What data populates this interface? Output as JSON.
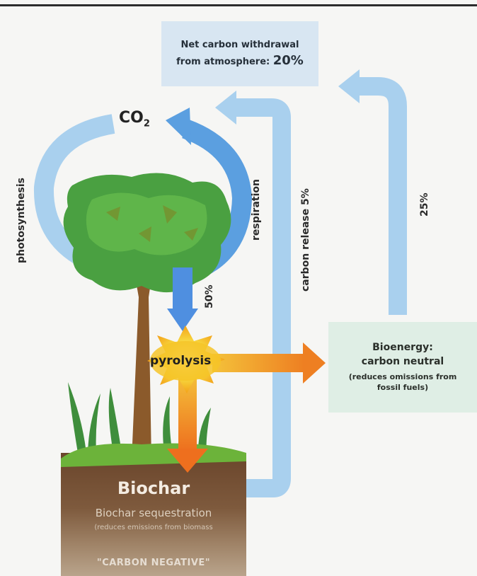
{
  "net_box": {
    "line1": "Net carbon withdrawal",
    "line2": "from atmosphere:",
    "percent": "20%"
  },
  "co2": {
    "main": "CO",
    "sub": "2"
  },
  "labels": {
    "photosynthesis": "photosynthesis",
    "respiration": "respiration",
    "carbon_release": "carbon release 5%",
    "pct_25": "25%",
    "pct_50": "50%",
    "pyrolysis": "pyrolysis"
  },
  "bioenergy": {
    "title": "Bioenergy:",
    "subtitle": "carbon neutral",
    "note_line1": "(reduces omissions from",
    "note_line2": "fossil fuels)"
  },
  "soil": {
    "biochar": "Biochar",
    "sequestration": "Biochar sequestration",
    "sequestration_sub": "(reduces emissions from biomass",
    "carbon_negative": "\"CARBON NEGATIVE\""
  },
  "colors": {
    "arrow_light_blue": "#a9d0ee",
    "arrow_blue": "#5b9fe0",
    "orange": "#f08a28",
    "soil_dark": "#5a3a24",
    "grass": "#3f8e3c"
  }
}
